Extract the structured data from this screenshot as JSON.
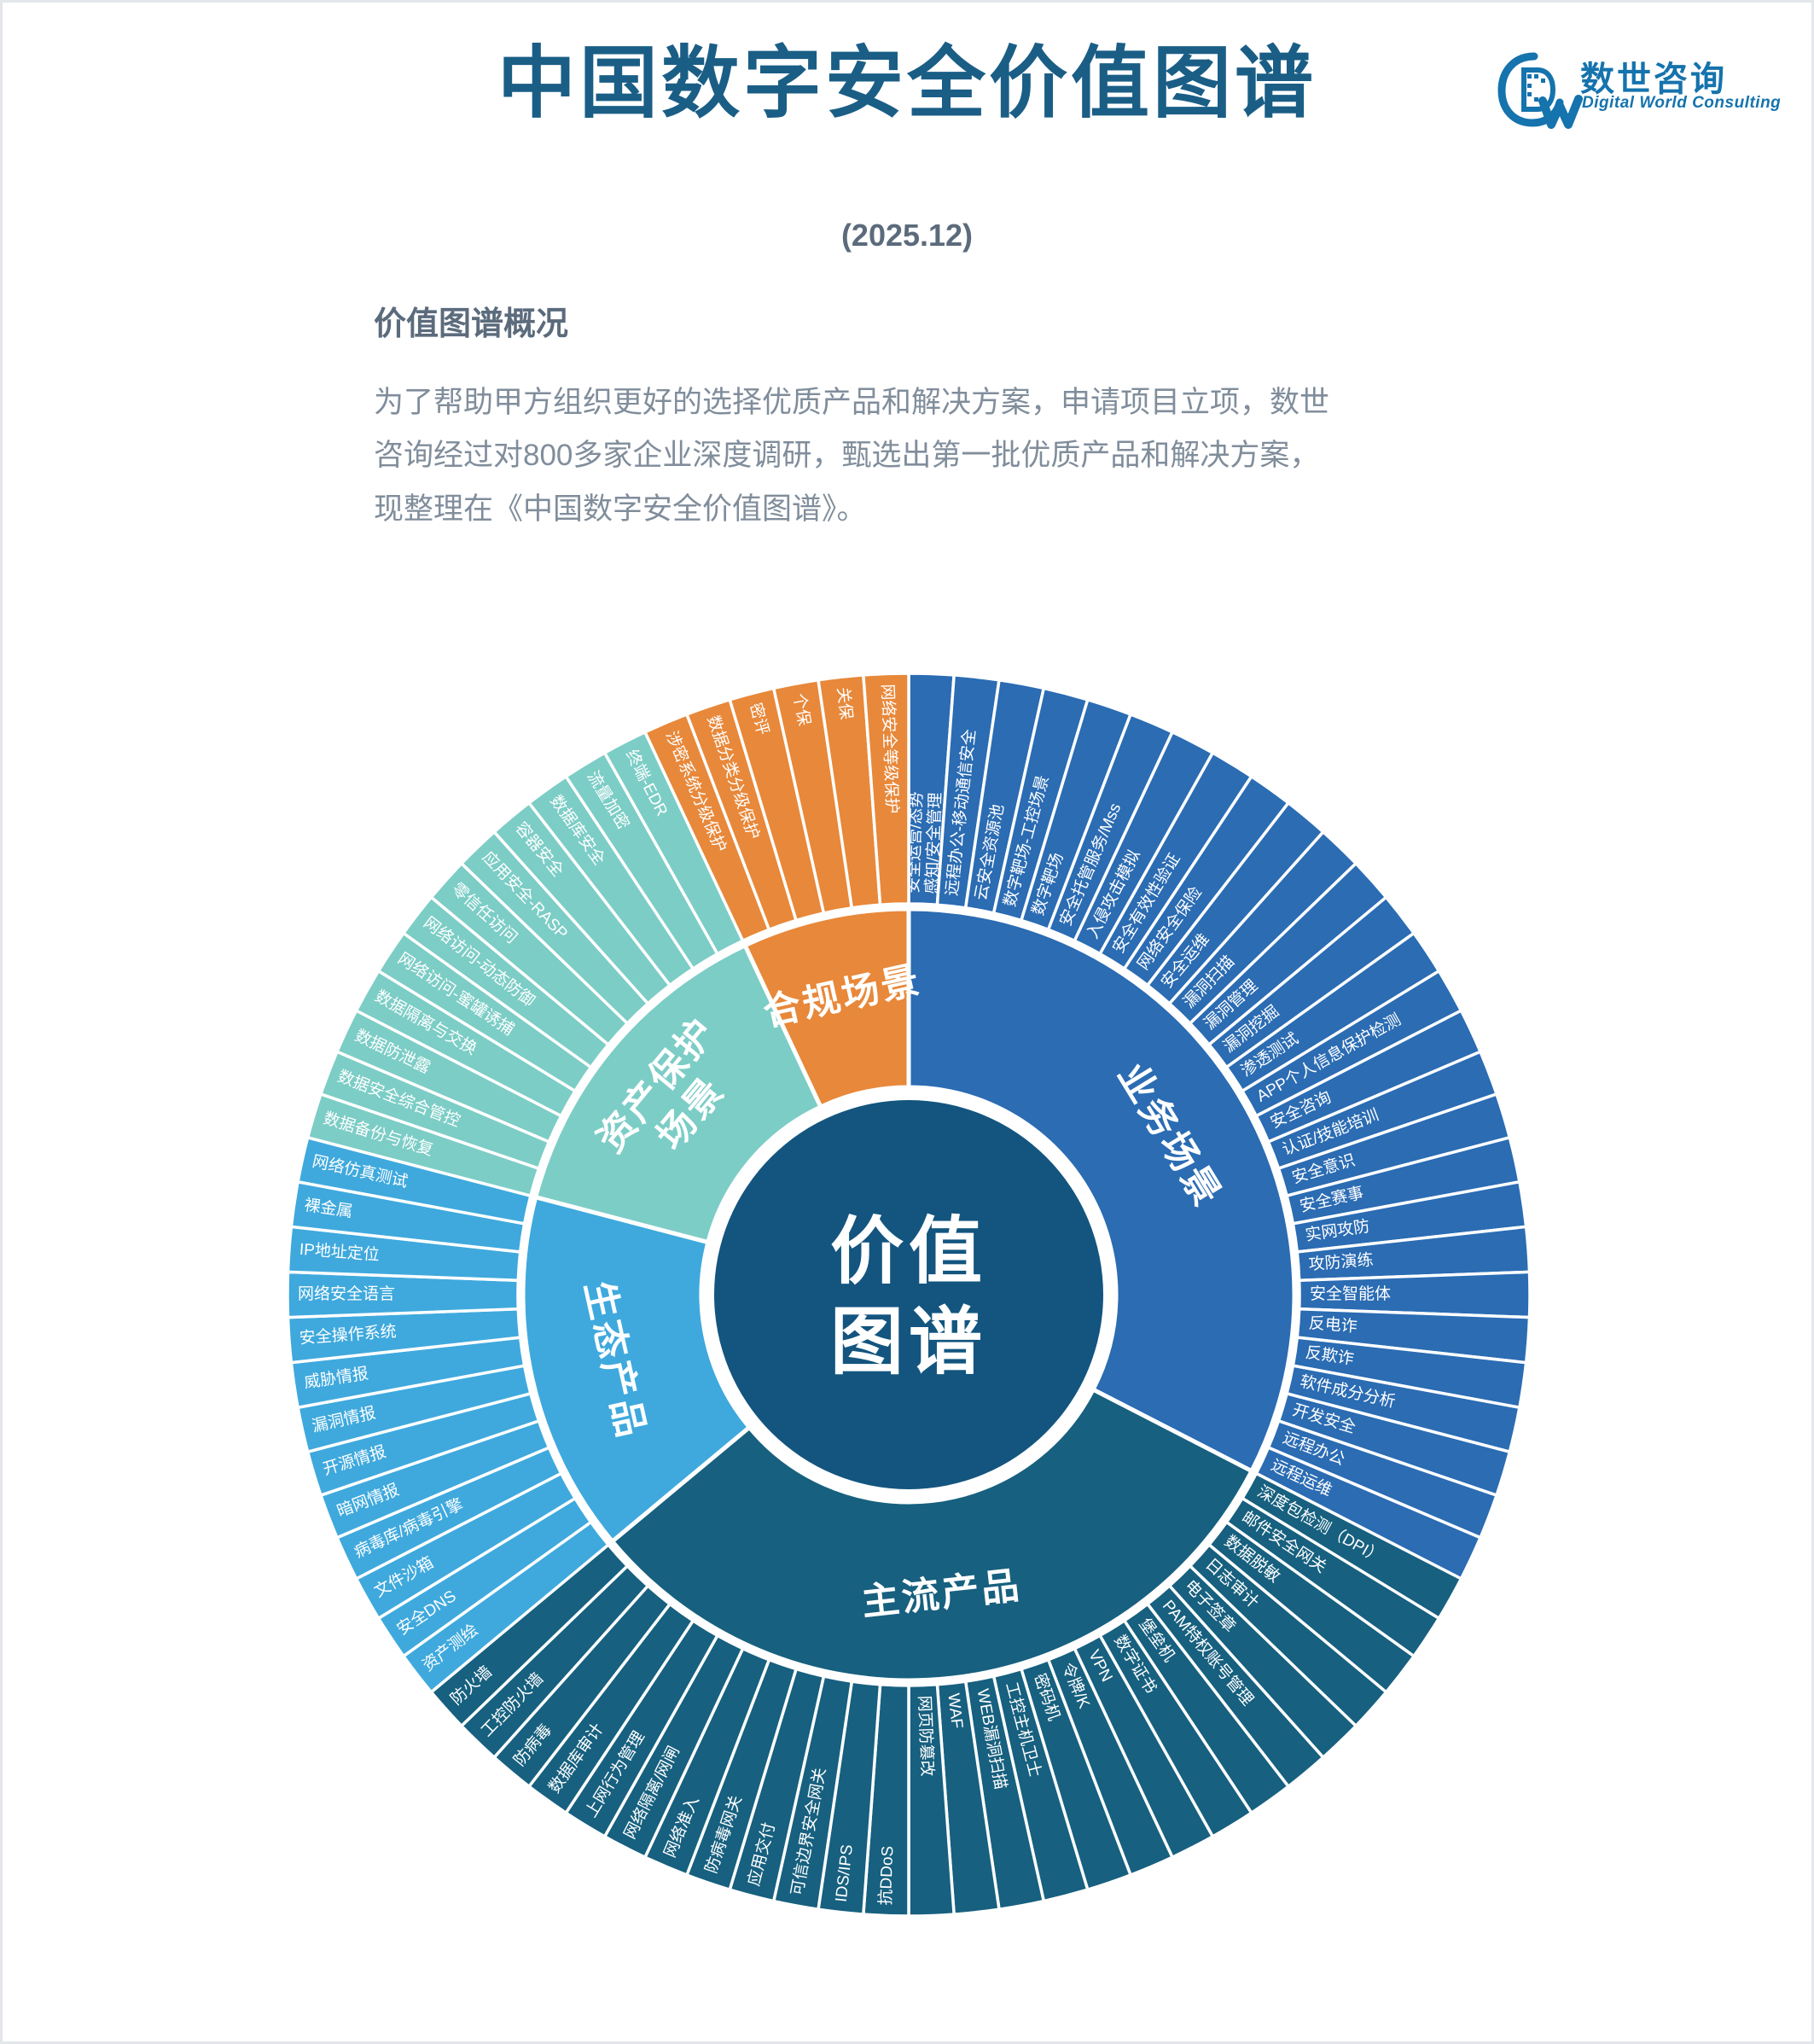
{
  "header": {
    "title": "中国数字安全价值图谱",
    "subtitle": "(2025.12)",
    "logo": {
      "cn": "数世咨询",
      "en": "Digital World Consulting"
    }
  },
  "intro": {
    "heading": "价值图谱概况",
    "line1": "为了帮助甲方组织更好的选择优质产品和解决方案，申请项目立项，数世",
    "line2": "咨询经过对800多家企业深度调研，甄选出第一批优质产品和解决方案，",
    "line3": "现整理在《中国数字安全价值图谱》。"
  },
  "colors": {
    "title": "#1a5e86",
    "subtitle": "#5b6b7c",
    "body": "#808d9b",
    "center": "#13557f",
    "business": "#2b6cb3",
    "mainstream": "#17607f",
    "ecosystem": "#3fa9dd",
    "asset": "#7ccdc6",
    "compliance": "#e8883a",
    "divider": "#ffffff"
  },
  "chart_data": {
    "type": "pie",
    "title": "中国数字安全价值图谱",
    "subtype": "sunburst",
    "center_label_line1": "价值",
    "center_label_line2": "图谱",
    "legend": "none",
    "categories": [
      {
        "name": "业务场景",
        "color": "#2b6cb3",
        "items": [
          "安全运营/态势感知/安全管理",
          "远程办公-移动通信安全",
          "云安全资源池",
          "数字靶场-工控场景",
          "数字靶场",
          "安全托管服务/Mss",
          "入侵攻击模拟",
          "安全有效性验证",
          "网络安全保险",
          "安全运维",
          "漏洞扫描",
          "漏洞管理",
          "漏洞挖掘",
          "渗透测试",
          "APP个人信息保护检测",
          "安全咨询",
          "认证/技能培训",
          "安全意识",
          "安全赛事",
          "实网攻防",
          "攻防演练",
          "安全智能体",
          "反电诈",
          "反欺诈",
          "软件成分分析",
          "开发安全",
          "远程办公",
          "远程运维"
        ]
      },
      {
        "name": "主流产品",
        "color": "#17607f",
        "items": [
          "深度包检测（DPI）",
          "邮件安全网关",
          "数据脱敏",
          "日志审计",
          "电子签章",
          "PAM特权账号管理",
          "堡垒机",
          "数字证书",
          "VPN",
          "令牌/K",
          "密码机",
          "工控主机卫士",
          "WEB漏洞扫描",
          "WAF",
          "网页防篡改",
          "抗DDoS",
          "IDS/IPS",
          "可信边界安全网关",
          "应用交付",
          "防病毒网关",
          "网络准入",
          "网络隔离/网闸",
          "上网行为管理",
          "数据库审计",
          "防病毒",
          "工控防火墙",
          "防火墙"
        ]
      },
      {
        "name": "生态产品",
        "color": "#3fa9dd",
        "items": [
          "资产测绘",
          "安全DNS",
          "文件沙箱",
          "病毒库/病毒引擎",
          "暗网情报",
          "开源情报",
          "漏洞情报",
          "威胁情报",
          "安全操作系统",
          "网络安全语言",
          "IP地址定位",
          "裸金属",
          "网络仿真测试"
        ]
      },
      {
        "name": "资产保护场景",
        "color": "#7ccdc6",
        "items": [
          "数据备份与恢复",
          "数据安全综合管控",
          "数据防泄露",
          "数据隔离与交换",
          "网络访问-蜜罐诱捕",
          "网络访问-动态防御",
          "零信任访问",
          "应用安全-RASP",
          "容器安全",
          "数据库安全",
          "流量加密",
          "终端-EDR"
        ]
      },
      {
        "name": "合规场景",
        "color": "#e8883a",
        "items": [
          "涉密系统分级保护",
          "数据分类分级保护",
          "密评",
          "个保",
          "关保",
          "网络安全等级保护"
        ]
      }
    ]
  }
}
